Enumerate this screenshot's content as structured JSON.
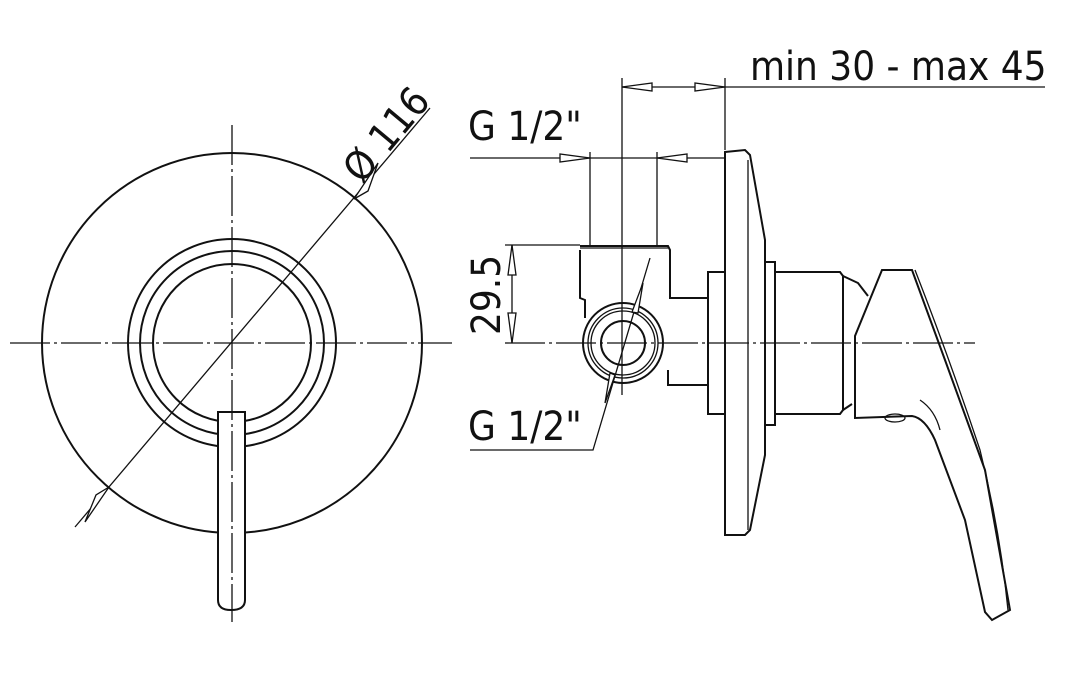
{
  "drawing": {
    "diameter_label": "Ø 116",
    "depth_label": "min 30 - max 45",
    "inlet_top_label": "G 1/2\"",
    "inlet_height_label": "29.5",
    "inlet_bottom_label": "G 1/2\""
  },
  "colors": {
    "line": "#111111",
    "background": "#ffffff"
  }
}
